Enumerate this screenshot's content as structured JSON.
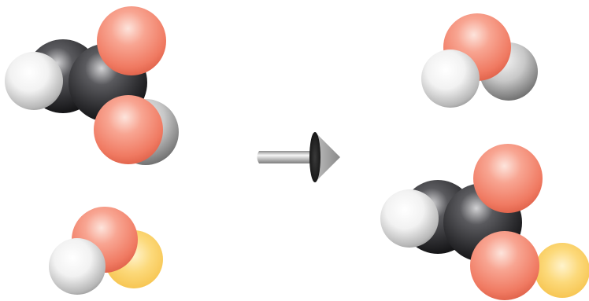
{
  "diagram": {
    "type": "chemical-reaction-space-filling",
    "colors": {
      "background": "#ffffff",
      "carbon": "#3c3c40",
      "oxygen": "#f07a62",
      "hydrogen": "#dcdcdc",
      "sodium": "#f9cd5a",
      "arrow": "#9a9a9a"
    },
    "reactants": [
      {
        "molecule": "acetic-acid",
        "atoms": [
          "C",
          "C",
          "O",
          "O",
          "H",
          "H"
        ]
      },
      {
        "molecule": "sodium-hydroxide",
        "atoms": [
          "Na",
          "O",
          "H"
        ]
      }
    ],
    "products": [
      {
        "molecule": "water",
        "atoms": [
          "O",
          "H",
          "H"
        ]
      },
      {
        "molecule": "sodium-acetate",
        "atoms": [
          "C",
          "C",
          "O",
          "O",
          "H",
          "Na"
        ]
      }
    ],
    "arrow": {
      "direction": "right"
    }
  }
}
